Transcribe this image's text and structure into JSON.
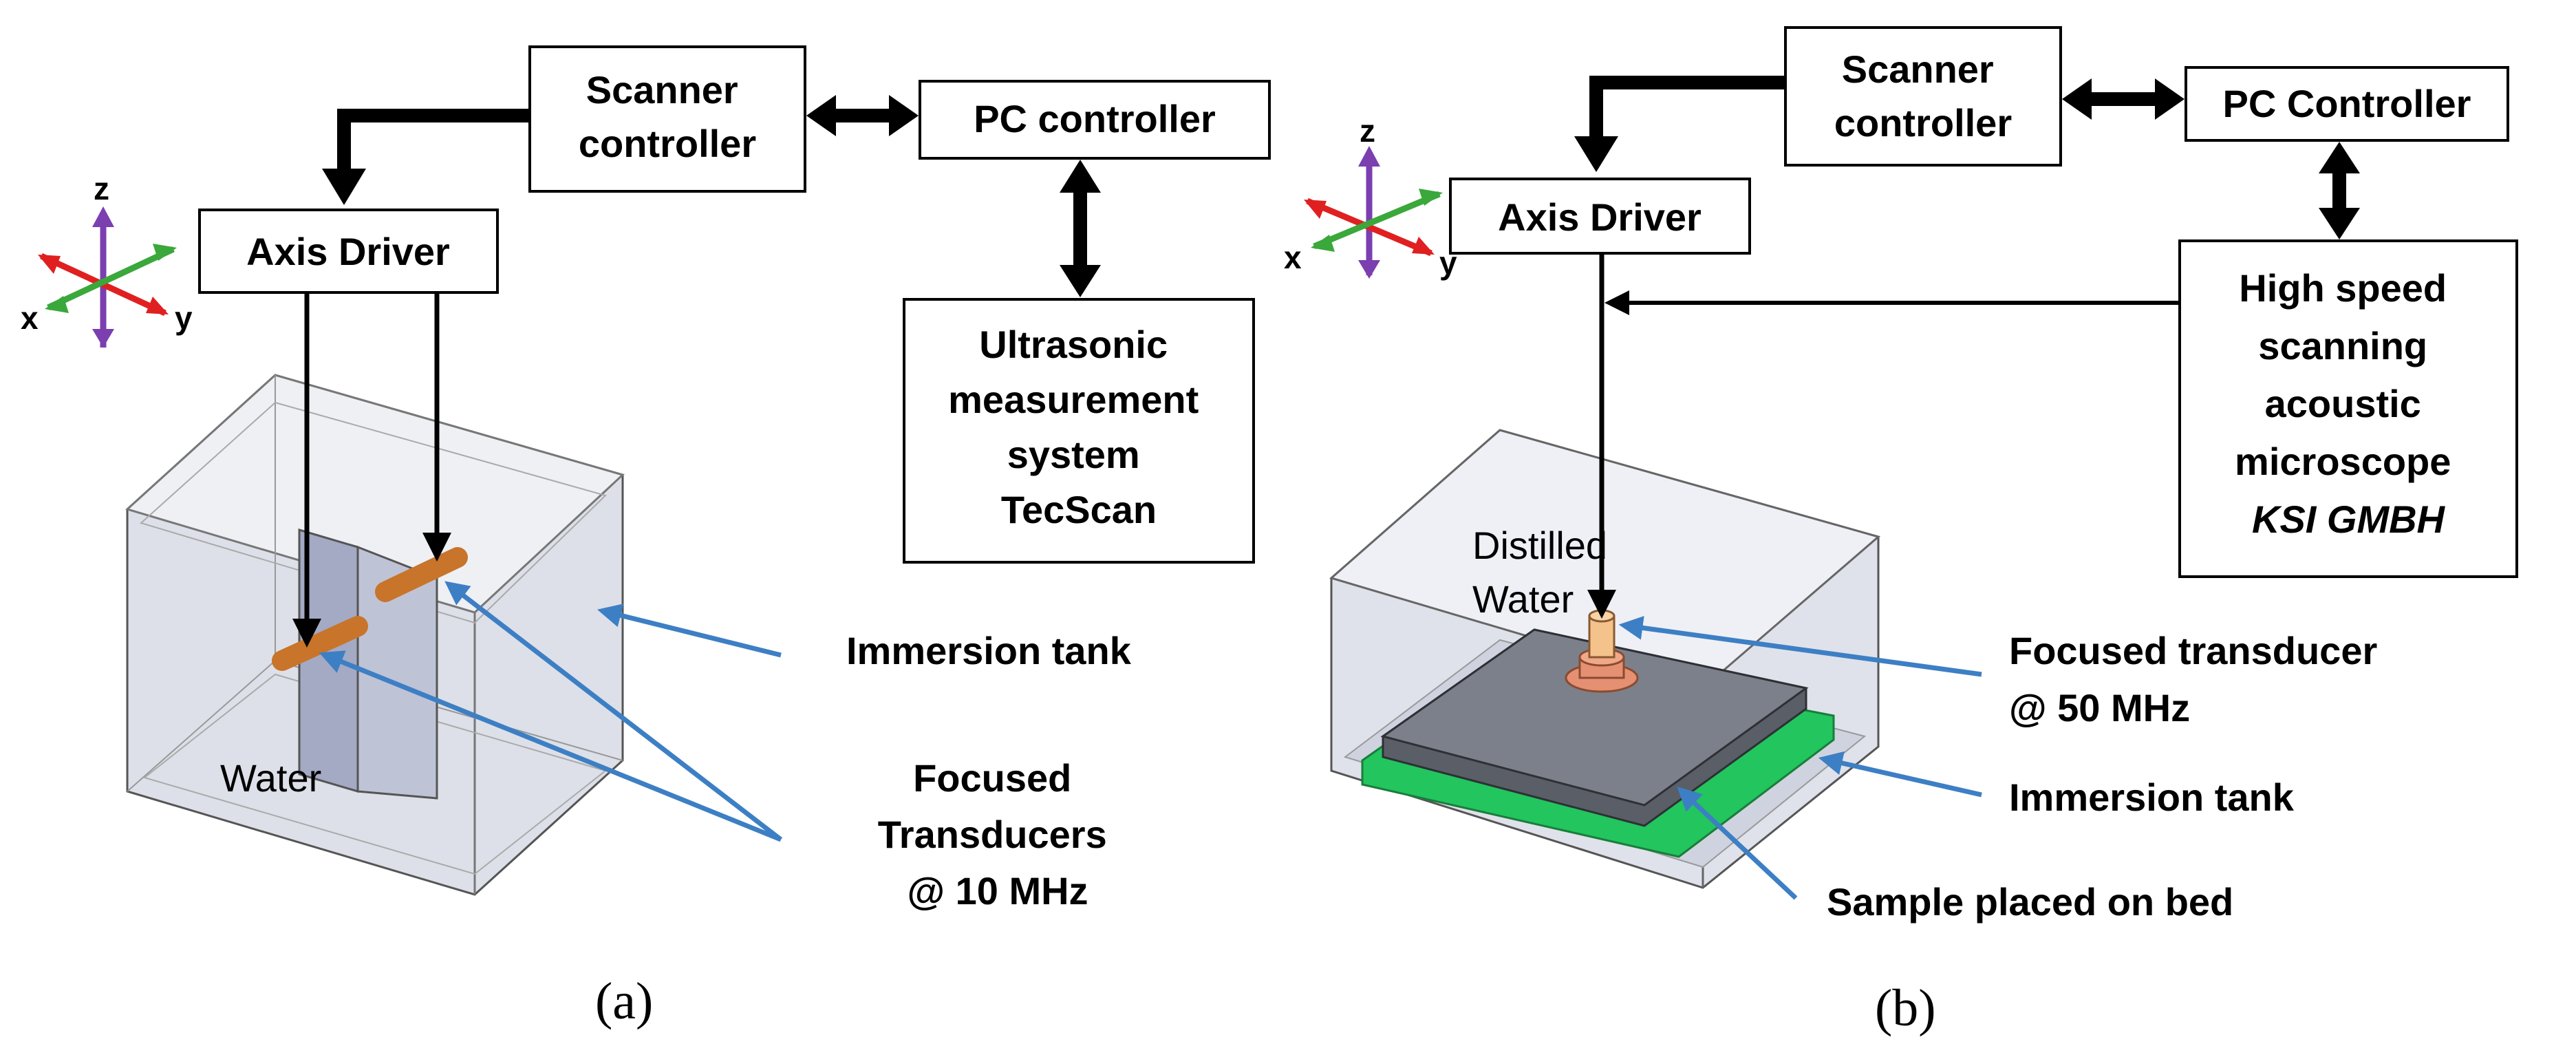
{
  "panel_a": {
    "scanner_controller": [
      "Scanner",
      "controller"
    ],
    "pc_controller": "PC controller",
    "axis_driver": "Axis Driver",
    "ultrasonic_system": [
      "Ultrasonic",
      "measurement",
      "system",
      "TecScan"
    ],
    "water_label": "Water",
    "immersion_tank_label": "Immersion tank",
    "transducers_label": [
      "Focused",
      "Transducers",
      "@ 10 MHz"
    ],
    "axis_labels": {
      "z": "z",
      "x": "x",
      "y": "y"
    },
    "caption": "(a)"
  },
  "panel_b": {
    "scanner_controller": [
      "Scanner",
      "controller"
    ],
    "pc_controller": "PC Controller",
    "axis_driver": "Axis Driver",
    "microscope": [
      "High speed",
      "scanning",
      "acoustic",
      "microscope",
      "KSI GMBH"
    ],
    "water_label": [
      "Distilled",
      "Water"
    ],
    "transducer_label": [
      "Focused transducer",
      "@ 50 MHz"
    ],
    "immersion_tank_label": "Immersion tank",
    "sample_label": "Sample placed on bed",
    "axis_labels": {
      "z": "z",
      "x": "x",
      "y": "y"
    },
    "caption": "(b)"
  },
  "colors": {
    "axis_x": "#e02020",
    "axis_y": "#3aa83a",
    "axis_z": "#7b3fb0",
    "pointer": "#3d7fc4",
    "transducer": "#c8742a",
    "sample_green": "#22c55e",
    "tank_fill": "#d9dce6"
  }
}
